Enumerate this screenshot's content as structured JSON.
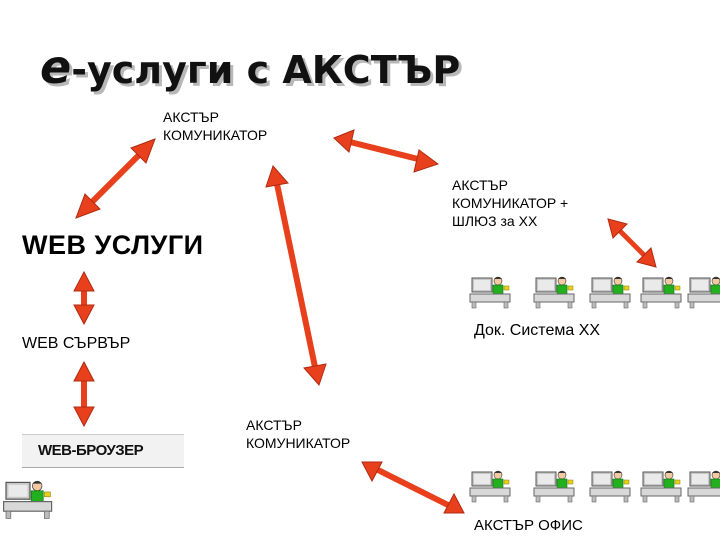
{
  "title": {
    "prefix": "e",
    "text": "-услуги с АКСТЪР"
  },
  "nodes": {
    "communicator_top_line1": "АКСТЪР",
    "communicator_top_line2": "КОМУНИКАТОР",
    "gateway_line1": "АКСТЪР",
    "gateway_line2": "КОМУНИКАТОР +",
    "gateway_line3": "ШЛЮЗ за ХХ",
    "web_services": "WEB УСЛУГИ",
    "web_server": "WEB СЪРВЪР",
    "doc_system": "Док. Система ХХ",
    "communicator_bottom_line1": "АКСТЪР",
    "communicator_bottom_line2": "КОМУНИКАТОР",
    "browser": "WEB-БРОУЗЕР",
    "office": "АКСТЪР ОФИС"
  },
  "colors": {
    "arrow": "#e8401c",
    "arrow_outline": "#b02a10",
    "person": "#22b01e",
    "monitor": "#c8c8c8"
  }
}
